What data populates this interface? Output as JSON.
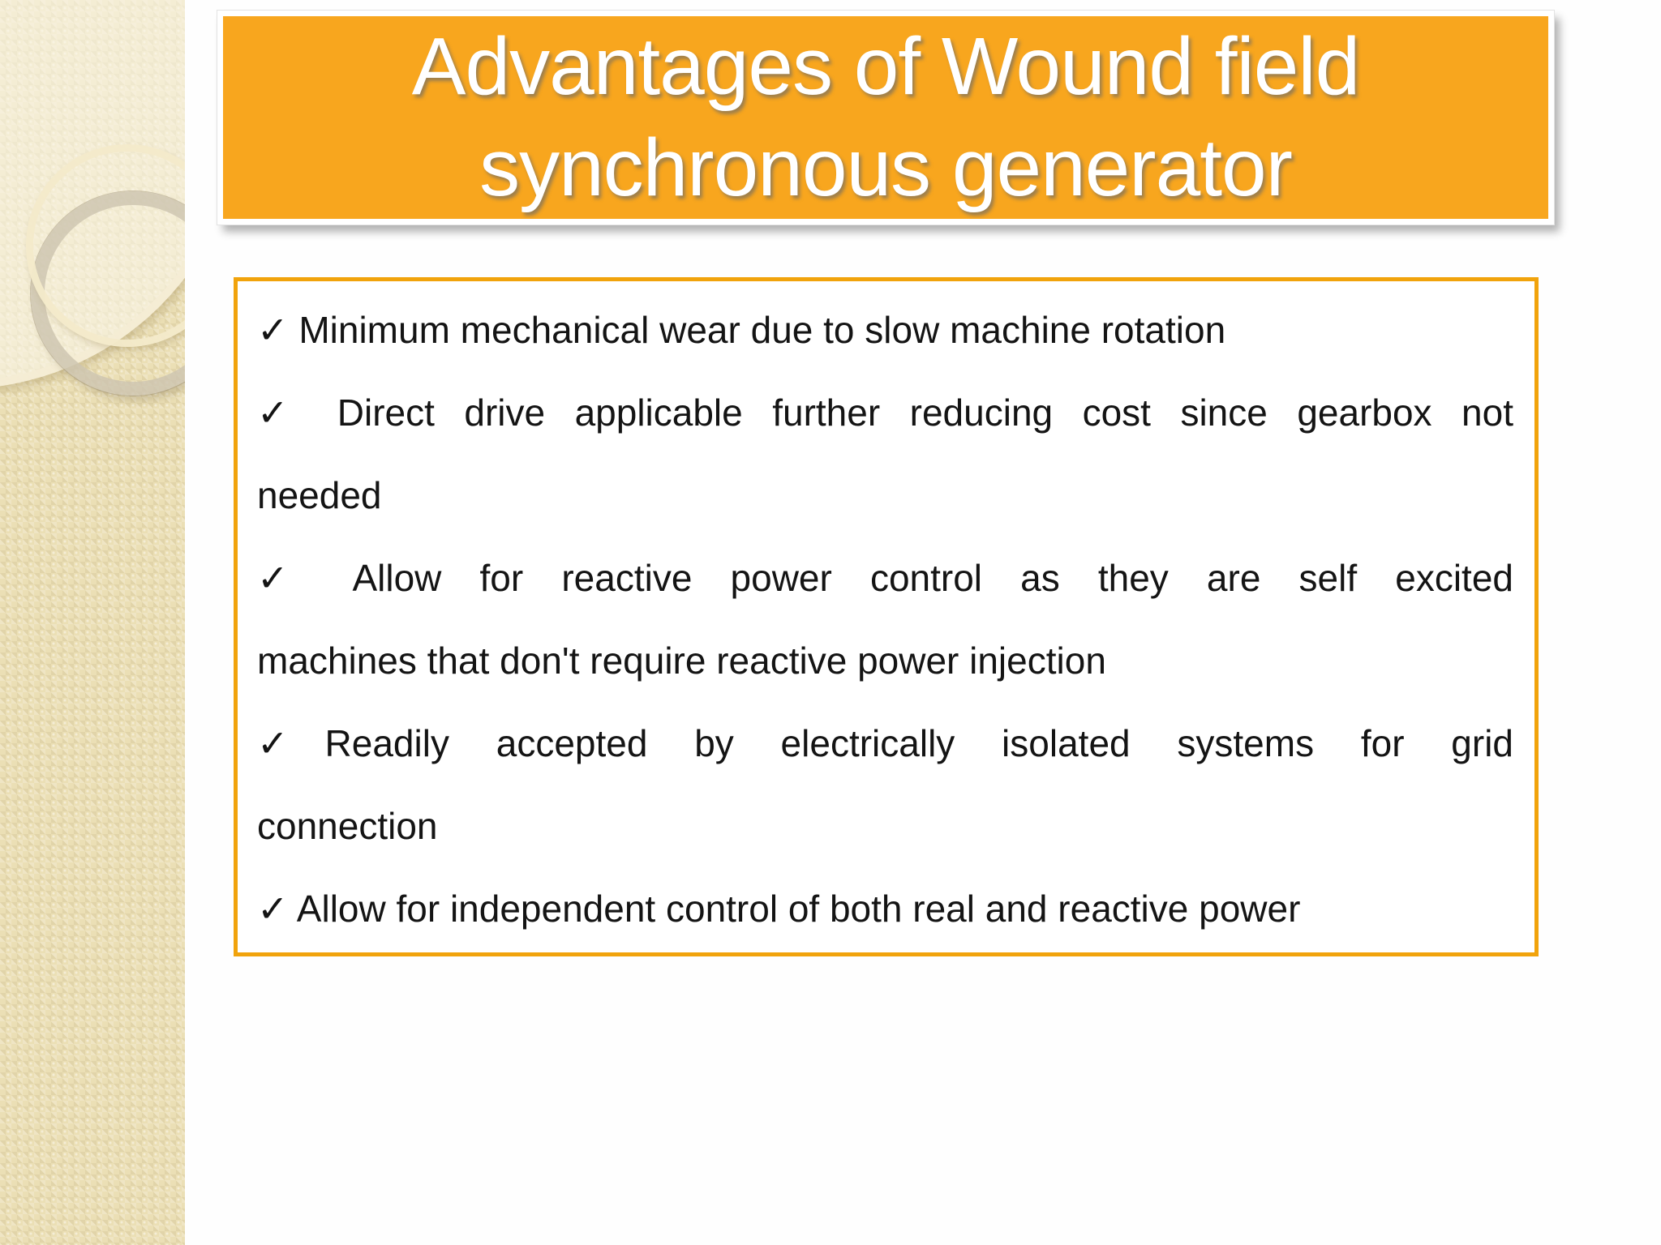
{
  "slide": {
    "title": {
      "lines": [
        "Advantages of Wound field",
        "synchronous generator"
      ]
    },
    "content": {
      "bullets": [
        {
          "marker": "✓",
          "lines": [
            " Minimum mechanical wear due to slow machine rotation"
          ]
        },
        {
          "marker": "✓",
          "lines": [
            " Direct drive applicable further reducing cost since gearbox not",
            "needed"
          ]
        },
        {
          "marker": "✓",
          "lines": [
            " Allow for reactive power control as they are self excited",
            "machines that don't require reactive power injection"
          ]
        },
        {
          "marker": "✓",
          "lines": [
            "Readily accepted by electrically isolated systems for grid",
            "connection"
          ]
        },
        {
          "marker": "✓",
          "lines": [
            " Allow for independent control of both real and reactive power"
          ]
        }
      ]
    },
    "colors": {
      "title_fill": "#F8A61E",
      "title_text": "#FFFFFF",
      "content_border": "#F1A30C",
      "body_text": "#141414",
      "sidebar_base": "#EBDFB5",
      "background": "#FFFFFF"
    },
    "icons": {
      "bullet": "checkmark"
    }
  }
}
